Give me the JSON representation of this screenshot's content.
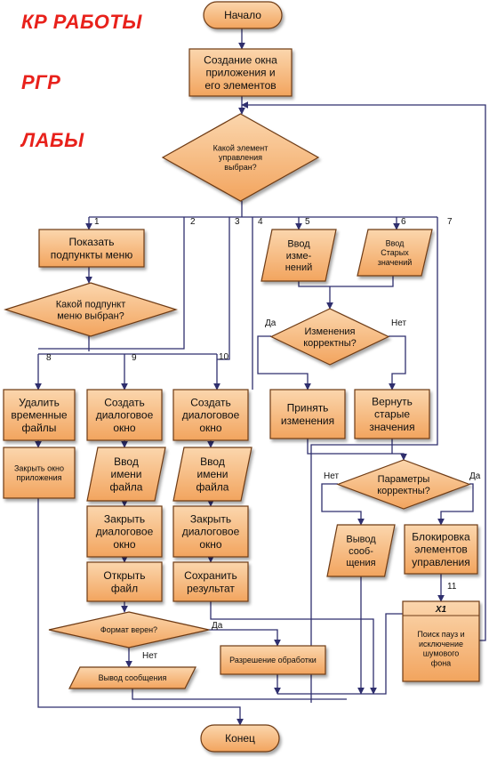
{
  "side_labels": [
    "КР РАБОТЫ",
    "РГР",
    "ЛАБЫ"
  ],
  "nodes": {
    "start": [
      "Начало"
    ],
    "create_window": [
      "Создание окна",
      "приложения и",
      "его элементов"
    ],
    "which_control": [
      "Какой элемент",
      "управления",
      "выбран?"
    ],
    "show_submenu": [
      "Показать",
      "подпункты меню"
    ],
    "which_submenu": [
      "Какой подпункт",
      "меню выбран?"
    ],
    "input_changes": [
      "Ввод",
      "изме-",
      "нений"
    ],
    "input_old": [
      "Ввод",
      "Старых",
      "значений"
    ],
    "changes_correct": [
      "Изменения",
      "корректны?"
    ],
    "accept_changes": [
      "Принять",
      "изменения"
    ],
    "restore_values": [
      "Вернуть",
      "старые",
      "значения"
    ],
    "params_correct": [
      "Параметры",
      "корректны?"
    ],
    "delete_temp": [
      "Удалить",
      "временные",
      "файлы"
    ],
    "close_app": [
      "Закрыть окно",
      "приложения"
    ],
    "create_dialog_1": [
      "Создать",
      "диалоговое",
      "окно"
    ],
    "create_dialog_2": [
      "Создать",
      "диалоговое",
      "окно"
    ],
    "input_filename_1": [
      "Ввод",
      "имени",
      "файла"
    ],
    "input_filename_2": [
      "Ввод",
      "имени",
      "файла"
    ],
    "close_dialog_1": [
      "Закрыть",
      "диалоговое",
      "окно"
    ],
    "close_dialog_2": [
      "Закрыть",
      "диалоговое",
      "окно"
    ],
    "open_file": [
      "Открыть",
      "файл"
    ],
    "save_result": [
      "Сохранить",
      "результат"
    ],
    "output_message": [
      "Вывод",
      "сооб-",
      "щения"
    ],
    "lock_controls": [
      "Блокировка",
      "элементов",
      "управления"
    ],
    "x1_title": [
      "X1"
    ],
    "x1_body": [
      "Поиск пауз и",
      "исключение",
      "шумового",
      "фона"
    ],
    "format_ok": [
      "Формат верен?"
    ],
    "allow_processing": [
      "Разрешение обработки"
    ],
    "output_message_2": [
      "Вывод сообщения"
    ],
    "end": [
      "Конец"
    ]
  },
  "edge_labels": {
    "b1": "1",
    "b2": "2",
    "b3": "3",
    "b4": "4",
    "b5": "5",
    "b6": "6",
    "b7": "7",
    "b8": "8",
    "b9": "9",
    "b10": "10",
    "b11": "11",
    "yes_changes": "Да",
    "no_changes": "Нет",
    "yes_params": "Да",
    "no_params": "Нет",
    "yes_format": "Да",
    "no_format": "Нет"
  },
  "colors": {
    "box_fill": "#f2a45e",
    "box_fill_light": "#fbd6ad",
    "box_stroke": "#6e3a12",
    "line": "#2f2f6e",
    "side_label": "#e8211b"
  }
}
